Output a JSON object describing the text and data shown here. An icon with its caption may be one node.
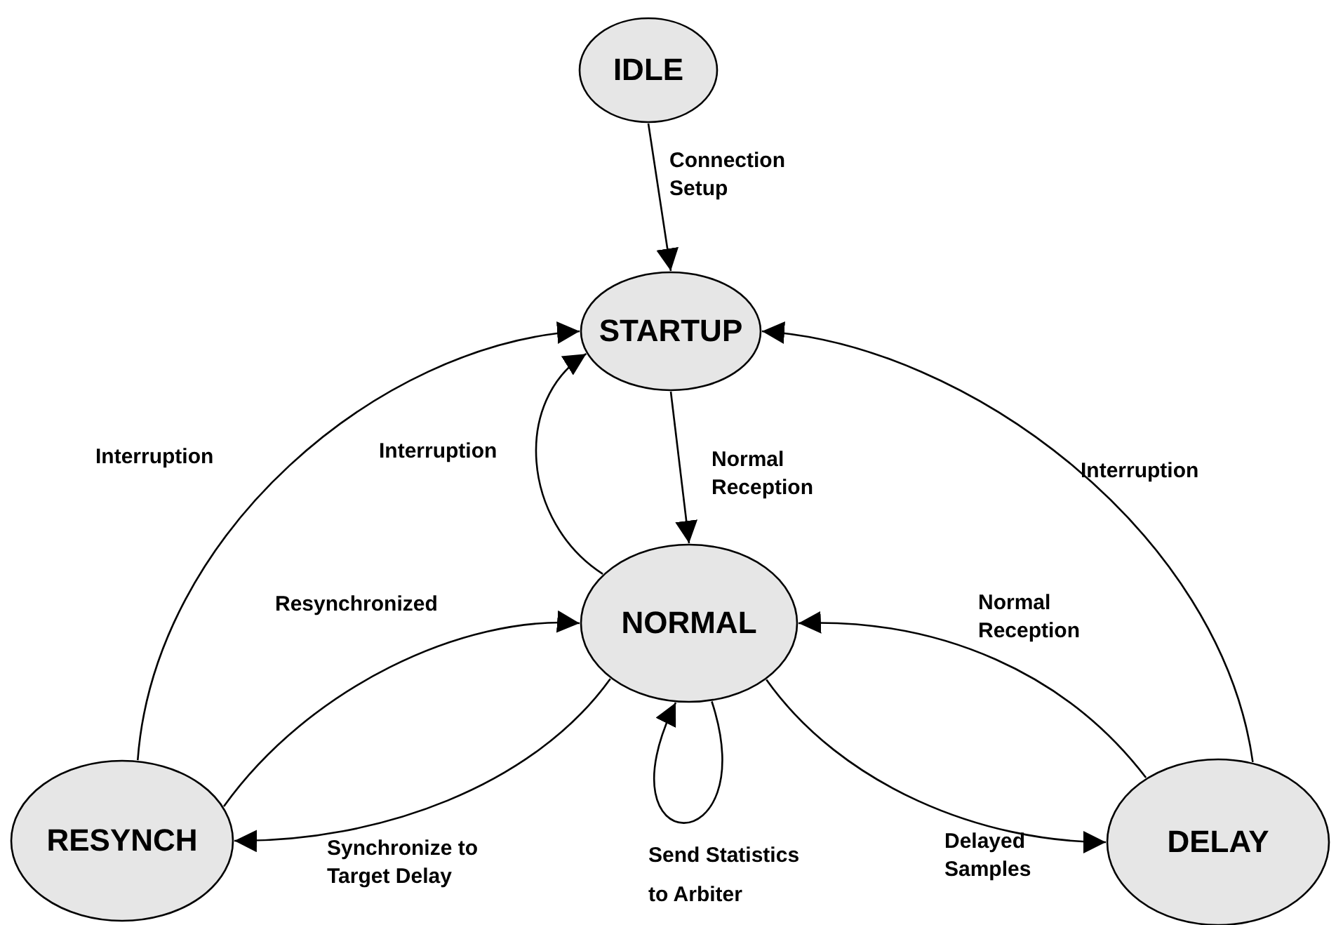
{
  "diagram": {
    "nodes": [
      {
        "text": [
          "IDLE"
        ]
      },
      {
        "text": [
          "STARTUP"
        ]
      },
      {
        "text": [
          "NORMAL"
        ]
      },
      {
        "text": [
          "RESYNCH"
        ]
      },
      {
        "text": [
          "DELAY"
        ]
      }
    ],
    "edges": [
      {
        "from": 0,
        "to": 1,
        "arrow": "to",
        "label": "Connection Setup"
      },
      {
        "from": 1,
        "to": 2,
        "arrow": "to",
        "label": "Normal Reception"
      },
      {
        "from": 2,
        "to": 1,
        "arrow": "to",
        "label": "Interruption"
      },
      {
        "from": 3,
        "to": 1,
        "arrow": "to",
        "label": "Interruption"
      },
      {
        "from": 4,
        "to": 1,
        "arrow": "to",
        "label": "Interruption"
      },
      {
        "from": 3,
        "to": 2,
        "arrow": "to",
        "label": "Resynchronized"
      },
      {
        "from": 2,
        "to": 3,
        "arrow": "to",
        "label": "Synchronize to Target Delay"
      },
      {
        "from": 2,
        "to": 2,
        "arrow": "to",
        "label": "Send Statistics to Arbiter"
      },
      {
        "from": 4,
        "to": 2,
        "arrow": "to",
        "label": "Normal Reception"
      },
      {
        "from": 2,
        "to": 4,
        "arrow": "to",
        "label": "Delayed Samples"
      }
    ]
  }
}
